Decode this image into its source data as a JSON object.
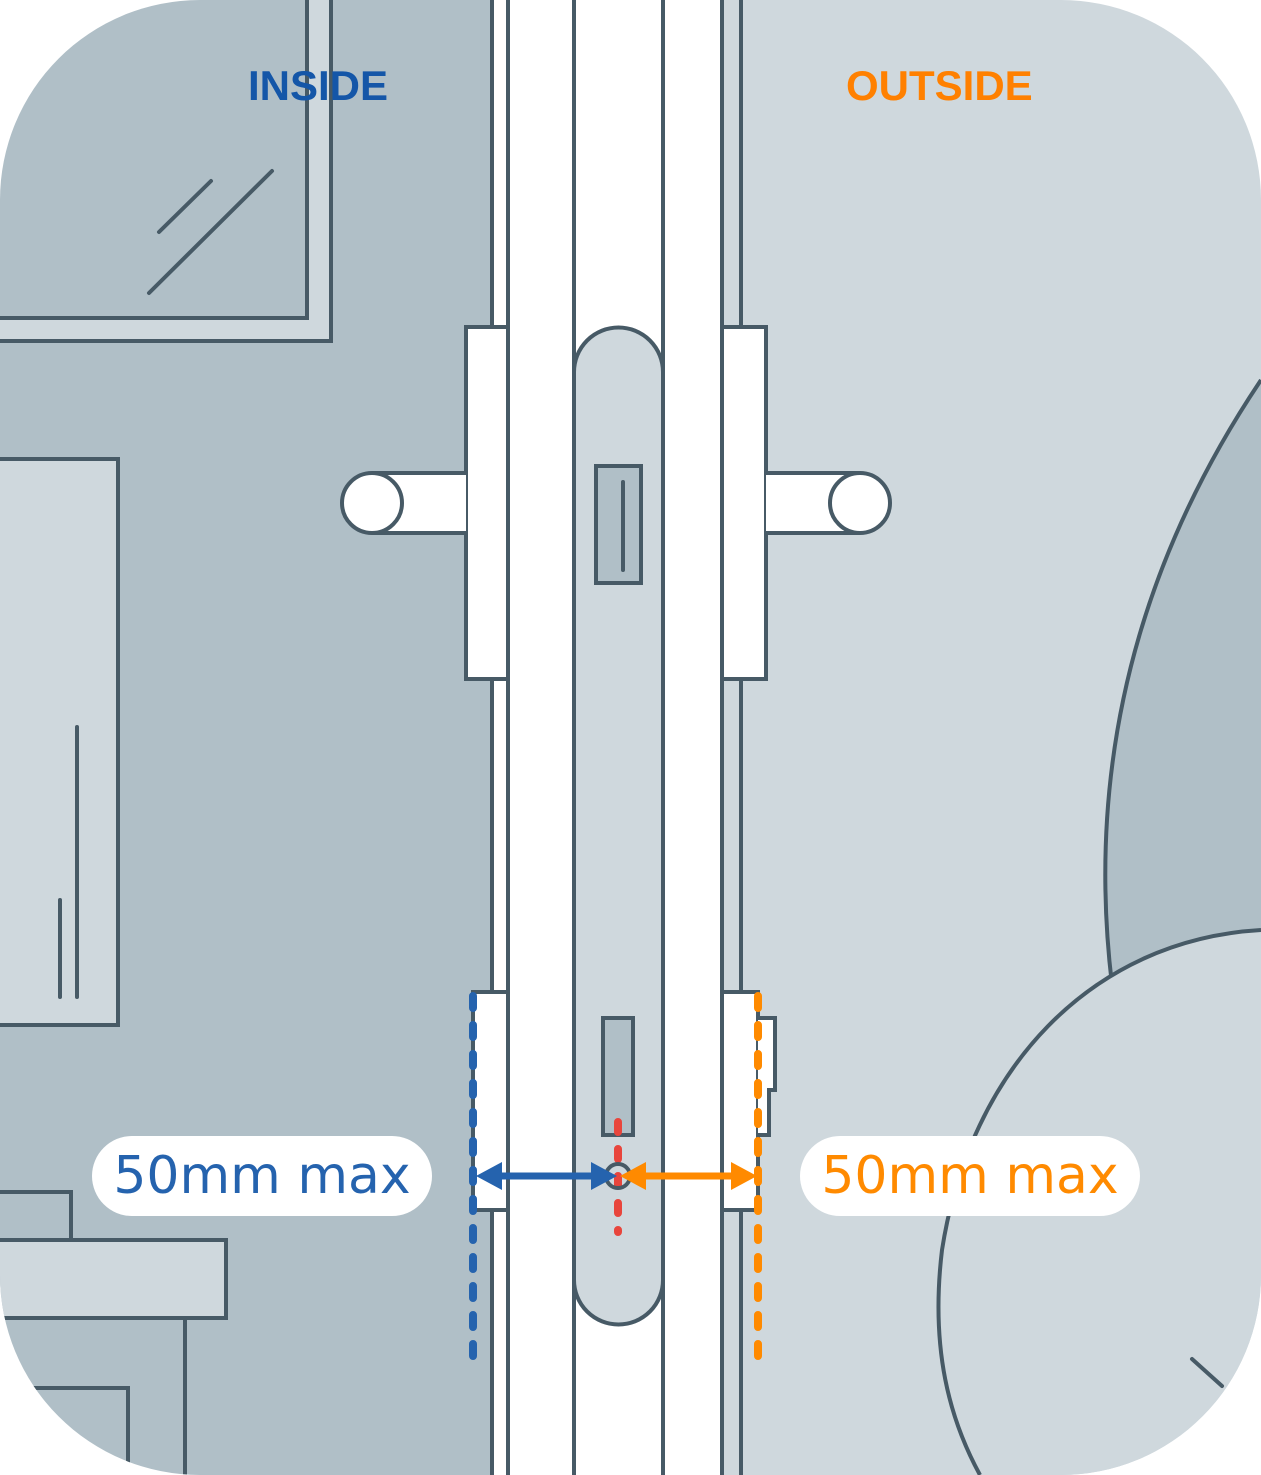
{
  "labels": {
    "inside": "INSIDE",
    "outside": "OUTSIDE"
  },
  "measurements": {
    "inside": "50mm max",
    "outside": "50mm max"
  },
  "colors": {
    "inside_wall": "#b0bfc7",
    "outside_wall": "#cfd8dd",
    "outline": "#475a66",
    "inside_accent": "#1456a8",
    "inside_measure": "#2563ae",
    "outside_accent": "#ff8000",
    "centerline": "#e8453c",
    "white": "#ffffff"
  },
  "diagram": {
    "description": "Door cross-section with lever handles on inside and outside, showing max 50mm distance from lock cylinder centre to each door face"
  }
}
